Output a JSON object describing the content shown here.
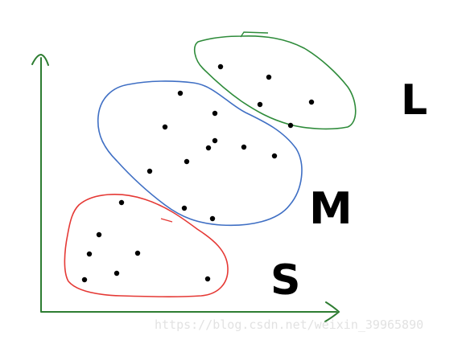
{
  "colors": {
    "axis": "#2e7d32",
    "cluster_small": "#e53935",
    "cluster_medium": "#3f6fc4",
    "cluster_large": "#2e8b3a",
    "point": "#000000",
    "watermark": "#e2e2e2"
  },
  "clusters": {
    "small": {
      "label": "S"
    },
    "medium": {
      "label": "M"
    },
    "large": {
      "label": "L"
    }
  },
  "watermark": "https://blog.csdn.net/weixin_39965890"
}
